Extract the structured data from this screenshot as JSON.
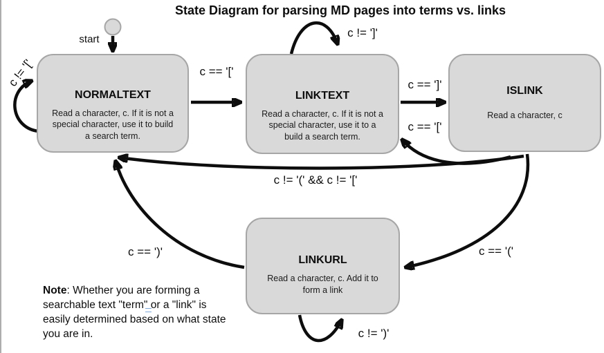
{
  "title": "State Diagram for parsing MD pages into terms vs. links",
  "colors": {
    "state_fill": "#d9d9d9",
    "state_border": "#a6a6a6",
    "arrow": "#0d0d0d",
    "grammar_mark_blue": "#7da7d9",
    "left_edge_line": "#adadad"
  },
  "start": {
    "label": "start"
  },
  "states": {
    "normaltext": {
      "name": "NORMALTEXT",
      "lines": [
        "Read a character, c. If it is not a",
        "special character, use it to build",
        "a search term."
      ]
    },
    "linktext": {
      "name": "LINKTEXT",
      "lines": [
        "Read a character, c. If it is not a",
        "special character, use it to a",
        "build a search term."
      ]
    },
    "islink": {
      "name": "ISLINK",
      "lines": [
        "Read a character, c"
      ]
    },
    "linkurl": {
      "name": "LINKURL",
      "lines": [
        "Read a character, c. Add it to",
        "form a link"
      ]
    }
  },
  "transitions": {
    "normaltext_self": {
      "label": "c != '['",
      "from": "NORMALTEXT",
      "to": "NORMALTEXT"
    },
    "normaltext_to_linktext": {
      "label": "c == '['",
      "from": "NORMALTEXT",
      "to": "LINKTEXT"
    },
    "linktext_self": {
      "label": "c != ']'",
      "from": "LINKTEXT",
      "to": "LINKTEXT"
    },
    "linktext_to_islink": {
      "label": "c == ']'",
      "from": "LINKTEXT",
      "to": "ISLINK"
    },
    "islink_to_linktext": {
      "label": "c == '['",
      "from": "ISLINK",
      "to": "LINKTEXT"
    },
    "islink_to_normaltext": {
      "label": "c != '(' && c != '['",
      "from": "ISLINK",
      "to": "NORMALTEXT"
    },
    "islink_to_linkurl": {
      "label": "c == '('",
      "from": "ISLINK",
      "to": "LINKURL"
    },
    "linkurl_to_normaltext": {
      "label": "c == ')'",
      "from": "LINKURL",
      "to": "NORMALTEXT"
    },
    "linkurl_self": {
      "label": "c != ')'",
      "from": "LINKURL",
      "to": "LINKURL"
    }
  },
  "note": {
    "label": "Note",
    "line1_rest": ": Whether you are forming a",
    "line2": "searchable text \"term\" or a \"link\" is",
    "line3": "easily determined based on what state",
    "line4": "you are in."
  }
}
